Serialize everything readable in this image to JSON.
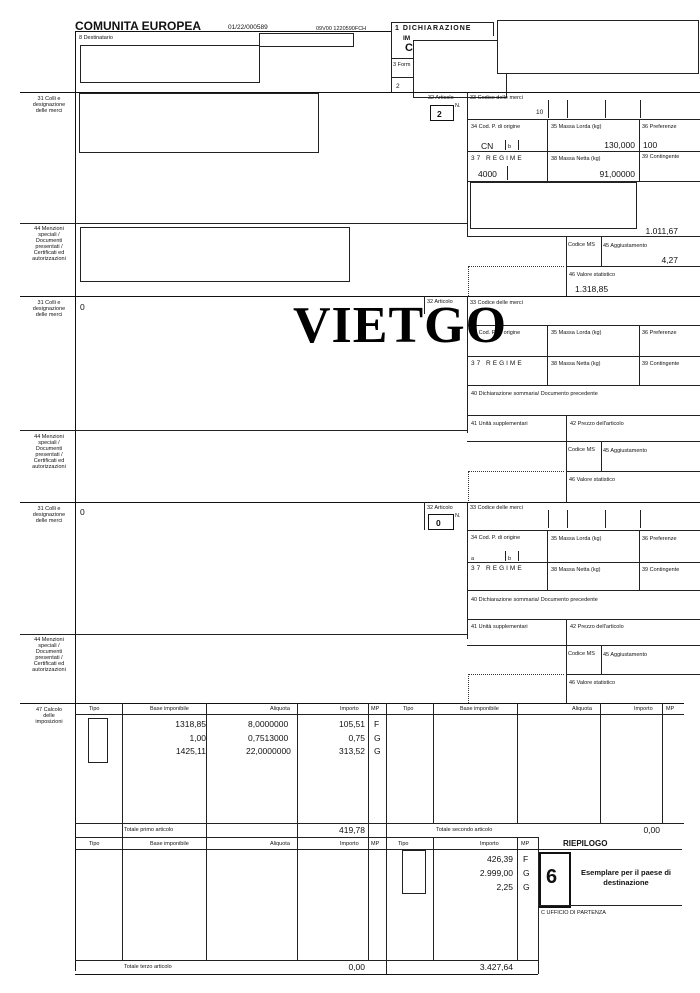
{
  "header": {
    "title": "COMUNITA EUROPEA",
    "ref": "01/22/000589",
    "code": "09V00 1220590FCH",
    "destinatario": "8 Destinatario",
    "dichiarazione": "1 DICHIARAZIONE",
    "im": "IM",
    "c": "C",
    "forms": "3 Form",
    "two": "2"
  },
  "labels": {
    "colli": [
      "31 Colli e",
      "designazione",
      "delle merci"
    ],
    "menzioni": [
      "44 Menzioni",
      "speciali /",
      "Documenti",
      "presentati /",
      "Certificati ed",
      "autorizzazioni"
    ],
    "articolo": "32 Articolo",
    "n": "N.",
    "codice_merci": "33 Codice delle merci",
    "origine": "34 Cod. P. di origine",
    "massa_lorda": "35 Massa Lorda (kg)",
    "preferenze": "36 Preferenze",
    "regime": "37 REGIME",
    "massa_netta": "38 Massa Netta (kg)",
    "contingente": "39 Contingente",
    "dichiarazione_sommaria": "40 Dichiarazione sommaria/ Documento precedente",
    "unita": "41 Unità supplementari",
    "prezzo": "42 Prezzo dell'articolo",
    "codice_ms": "Codice MS",
    "aggiustamento": "45 Aggiustamento",
    "valore_statistico": "46 Valore statistico",
    "calcolo": [
      "47 Calcolo",
      "delle",
      "imposizioni"
    ],
    "tipo": "Tipo",
    "base": "Base imponibile",
    "aliquota": "Aliquota",
    "importo": "Importo",
    "mp": "MP",
    "totale_primo": "Totale primo articolo",
    "totale_secondo": "Totale secondo articolo",
    "totale_terzo": "Totale terzo articolo",
    "riepilogo": "RIEPILOGO",
    "esemplare": "Esemplare per il paese di destinazione",
    "six": "6",
    "ufficio": "C UFFICIO DI PARTENZA"
  },
  "item1": {
    "articolo": "2",
    "code_tail": "10",
    "origin": "CN",
    "origin_b": "b",
    "lorda": "130,000",
    "pref": "100",
    "regime": "4000",
    "netta": "91,00000",
    "prezzo": "1.011,67",
    "aggiust": "4,27",
    "valore": "1.318,85"
  },
  "item2": {
    "colli": "0"
  },
  "item3": {
    "colli": "0",
    "articolo": "0",
    "a": "a",
    "b": "b"
  },
  "tax": {
    "rows": [
      {
        "base": "1318,85",
        "aliquota": "8,0000000",
        "importo": "105,51",
        "mp": "F"
      },
      {
        "base": "1,00",
        "aliquota": "0,7513000",
        "importo": "0,75",
        "mp": "G"
      },
      {
        "base": "1425,11",
        "aliquota": "22,0000000",
        "importo": "313,52",
        "mp": "G"
      }
    ],
    "totale_primo": "419,78",
    "totale_secondo": "0,00",
    "totale_terzo": "0,00",
    "summary": [
      {
        "importo": "426,39",
        "mp": "F"
      },
      {
        "importo": "2.999,00",
        "mp": "G"
      },
      {
        "importo": "2,25",
        "mp": "G"
      }
    ],
    "grand_total": "3.427,64"
  },
  "watermark": "VIETGO"
}
